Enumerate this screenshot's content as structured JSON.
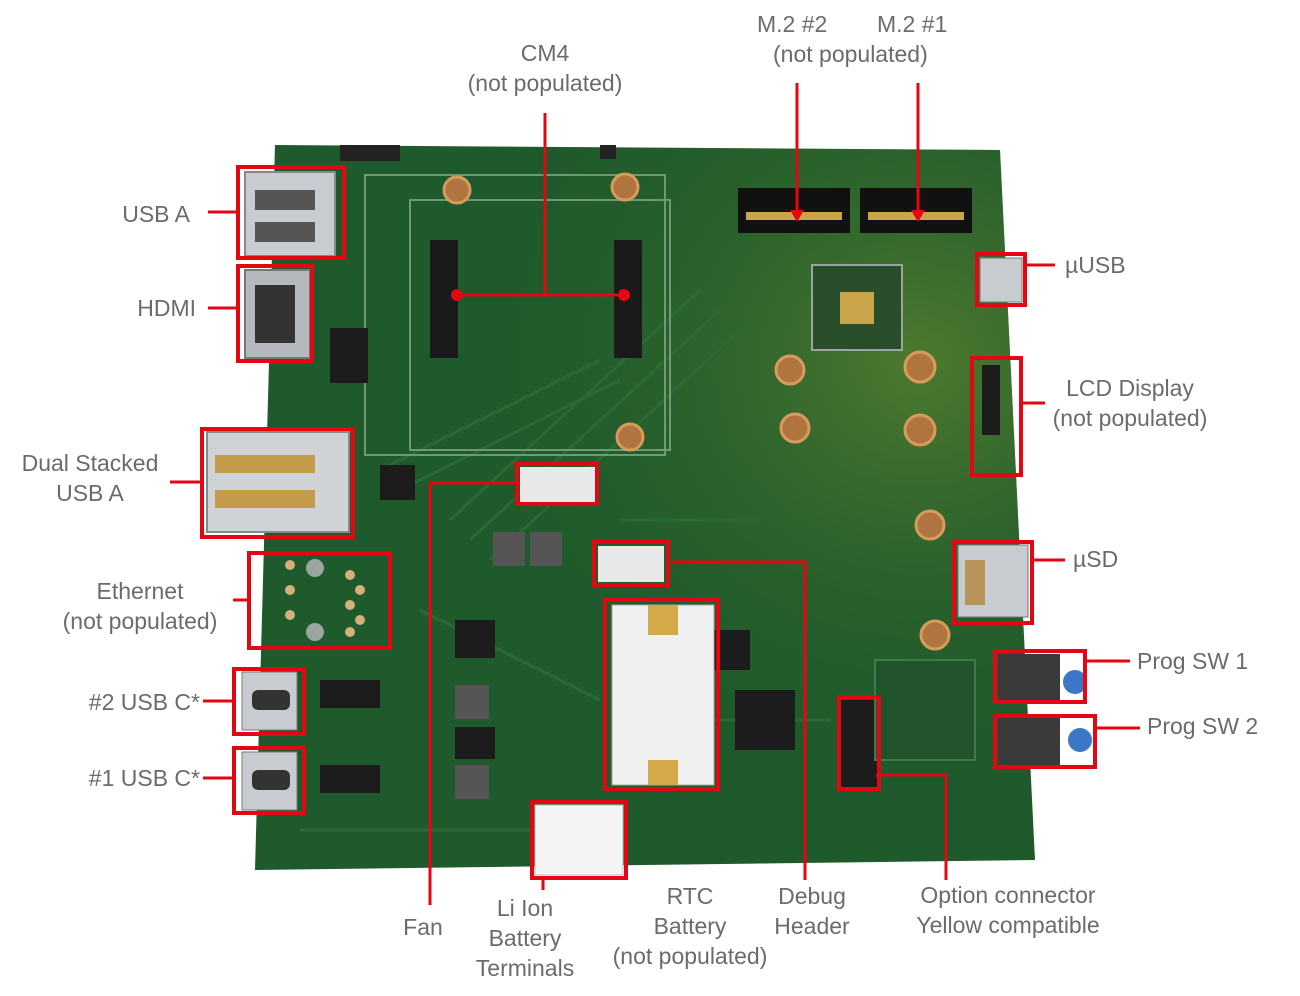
{
  "colors": {
    "annotation": "#e30613",
    "label_text": "#6b6b6b",
    "pcb": "#1f5a2c",
    "pcb_dark": "#143f1e",
    "copper_pad": "#c9894a",
    "silver": "#c8ccd0"
  },
  "labels": {
    "cm4": [
      "CM4",
      "(not populated)"
    ],
    "m2_2": "M.2 #2",
    "m2_1": "M.2 #1",
    "m2_note": "(not populated)",
    "usb_a": "USB A",
    "hdmi": "HDMI",
    "dual_usb": [
      "Dual Stacked",
      "USB A"
    ],
    "ethernet": [
      "Ethernet",
      "(not populated)"
    ],
    "usb_c2": "#2 USB C*",
    "usb_c1": "#1 USB C*",
    "micro_usb": "µUSB",
    "lcd": [
      "LCD Display",
      "(not populated)"
    ],
    "micro_sd": "µSD",
    "prog_sw1": "Prog SW 1",
    "prog_sw2": "Prog SW 2",
    "fan": "Fan",
    "li_ion": [
      "Li Ion",
      "Battery",
      "Terminals"
    ],
    "rtc": [
      "RTC",
      "Battery",
      "(not populated)"
    ],
    "debug": [
      "Debug",
      "Header"
    ],
    "option": [
      "Option connector",
      "Yellow compatible"
    ]
  }
}
